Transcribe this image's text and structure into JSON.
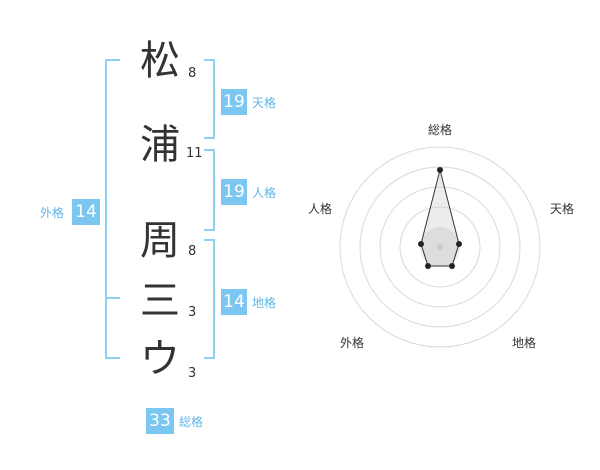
{
  "name": {
    "chars": [
      {
        "char": "松",
        "strokes": "8"
      },
      {
        "char": "浦",
        "strokes": "11"
      },
      {
        "char": "周",
        "strokes": "8"
      },
      {
        "char": "三",
        "strokes": "3"
      },
      {
        "char": "ウ",
        "strokes": "3"
      }
    ]
  },
  "fortune": {
    "tenkaku": {
      "value": "19",
      "label": "天格"
    },
    "jinkaku": {
      "value": "19",
      "label": "人格"
    },
    "chikaku": {
      "value": "14",
      "label": "地格"
    },
    "gaikaku": {
      "value": "14",
      "label": "外格"
    },
    "soukaku": {
      "value": "33",
      "label": "総格"
    }
  },
  "radar": {
    "labels": {
      "top": "総格",
      "right": "天格",
      "bottom_right": "地格",
      "bottom_left": "外格",
      "left": "人格"
    }
  },
  "colors": {
    "accent": "#7cc7f2",
    "bracket": "#8fd0f5",
    "label": "#5fb5e6",
    "text": "#333333"
  }
}
